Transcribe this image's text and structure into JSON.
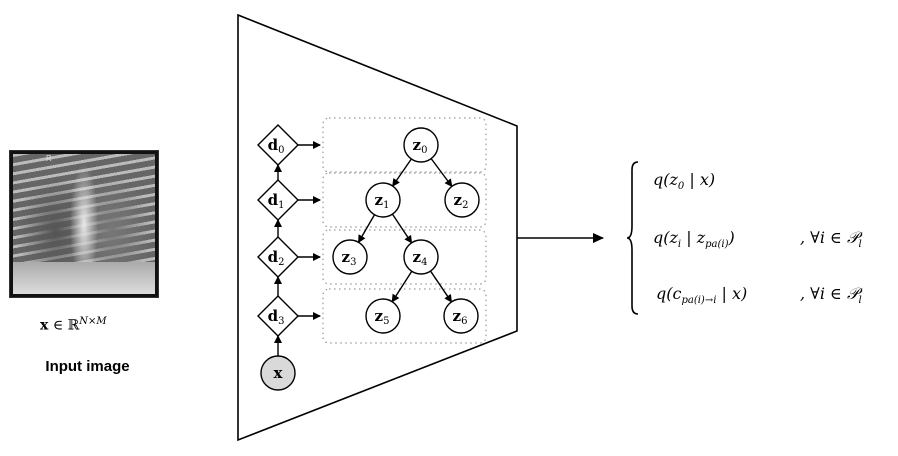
{
  "input": {
    "image_alt": "chest x-ray",
    "image_marker": "R",
    "math_label": "x ∈ ℝ^{N×M}",
    "math_var": "x",
    "math_set": "ℝ",
    "math_sup": "N×M",
    "title": "Input image"
  },
  "encoder": {
    "diamonds": [
      {
        "label": "d",
        "sub": "0"
      },
      {
        "label": "d",
        "sub": "1"
      },
      {
        "label": "d",
        "sub": "2"
      },
      {
        "label": "d",
        "sub": "3"
      }
    ],
    "input_node": {
      "label": "x",
      "fill": "#d9d9d9"
    },
    "tree_nodes": [
      {
        "id": "z0",
        "label": "z",
        "sub": "0",
        "level": 0
      },
      {
        "id": "z1",
        "label": "z",
        "sub": "1",
        "level": 1
      },
      {
        "id": "z2",
        "label": "z",
        "sub": "2",
        "level": 1
      },
      {
        "id": "z3",
        "label": "z",
        "sub": "3",
        "level": 2
      },
      {
        "id": "z4",
        "label": "z",
        "sub": "4",
        "level": 2
      },
      {
        "id": "z5",
        "label": "z",
        "sub": "5",
        "level": 3
      },
      {
        "id": "z6",
        "label": "z",
        "sub": "6",
        "level": 3
      }
    ],
    "tree_edges": [
      [
        "z0",
        "z1"
      ],
      [
        "z0",
        "z2"
      ],
      [
        "z1",
        "z3"
      ],
      [
        "z1",
        "z4"
      ],
      [
        "z4",
        "z5"
      ],
      [
        "z4",
        "z6"
      ]
    ]
  },
  "outputs": [
    {
      "q": "q(z",
      "sub": "0",
      "rest": " | x)",
      "cond": ""
    },
    {
      "q": "q(z",
      "sub": "i",
      "rest": " | z",
      "sub2": "pa(i)",
      "tail": ")",
      "cond": ",  ∀i ∈ 𝒫",
      "cond_sub": "l"
    },
    {
      "q": "q(c",
      "sub": "pa(i)→i",
      "rest": " | x)",
      "cond": ",  ∀i ∈ 𝒫",
      "cond_sub": "l"
    }
  ]
}
